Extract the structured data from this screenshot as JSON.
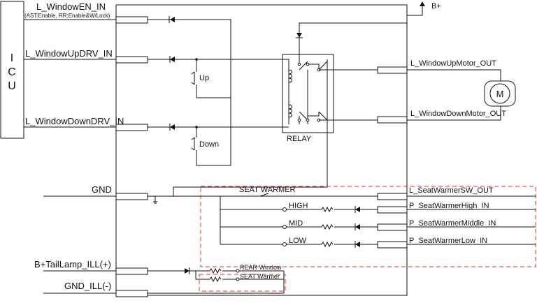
{
  "icu": {
    "letters": [
      "I",
      "C",
      "U"
    ]
  },
  "left_pins": {
    "window_en": "L_WindowEN_IN",
    "window_en_note": "(AST:Enable, RR:Enable&W/Lock)",
    "window_up": "L_WindowUpDRV_IN",
    "window_down": "L_WindowDownDRV_IN",
    "gnd": "GND",
    "tail_lamp": "B+TailLamp_ILL(+)",
    "gnd_ill": "GND_ILL(-)"
  },
  "right_pins": {
    "up_motor": "L_WindowUpMotor_OUT",
    "down_motor": "L_WindowDownMotor_OUT",
    "seat_sw": "L_SeatWarmerSW_OUT",
    "seat_high": "P_SeatWarmerHigh_IN",
    "seat_mid": "P_SeatWarmerMiddle_IN",
    "seat_low": "P_SeatWarmerLow_IN"
  },
  "labels": {
    "b_plus": "B+",
    "relay": "RELAY",
    "motor": "M",
    "up": "Up",
    "down": "Down",
    "seat_warmer": "SEAT WARMER",
    "high": "HIGH",
    "mid": "MID",
    "low": "LOW",
    "rear_window": "REAR Window",
    "seat_warmer_ill": "SEAT Warmer"
  },
  "colors": {
    "wire": "#111111",
    "highlight_dash": "#e03030"
  }
}
